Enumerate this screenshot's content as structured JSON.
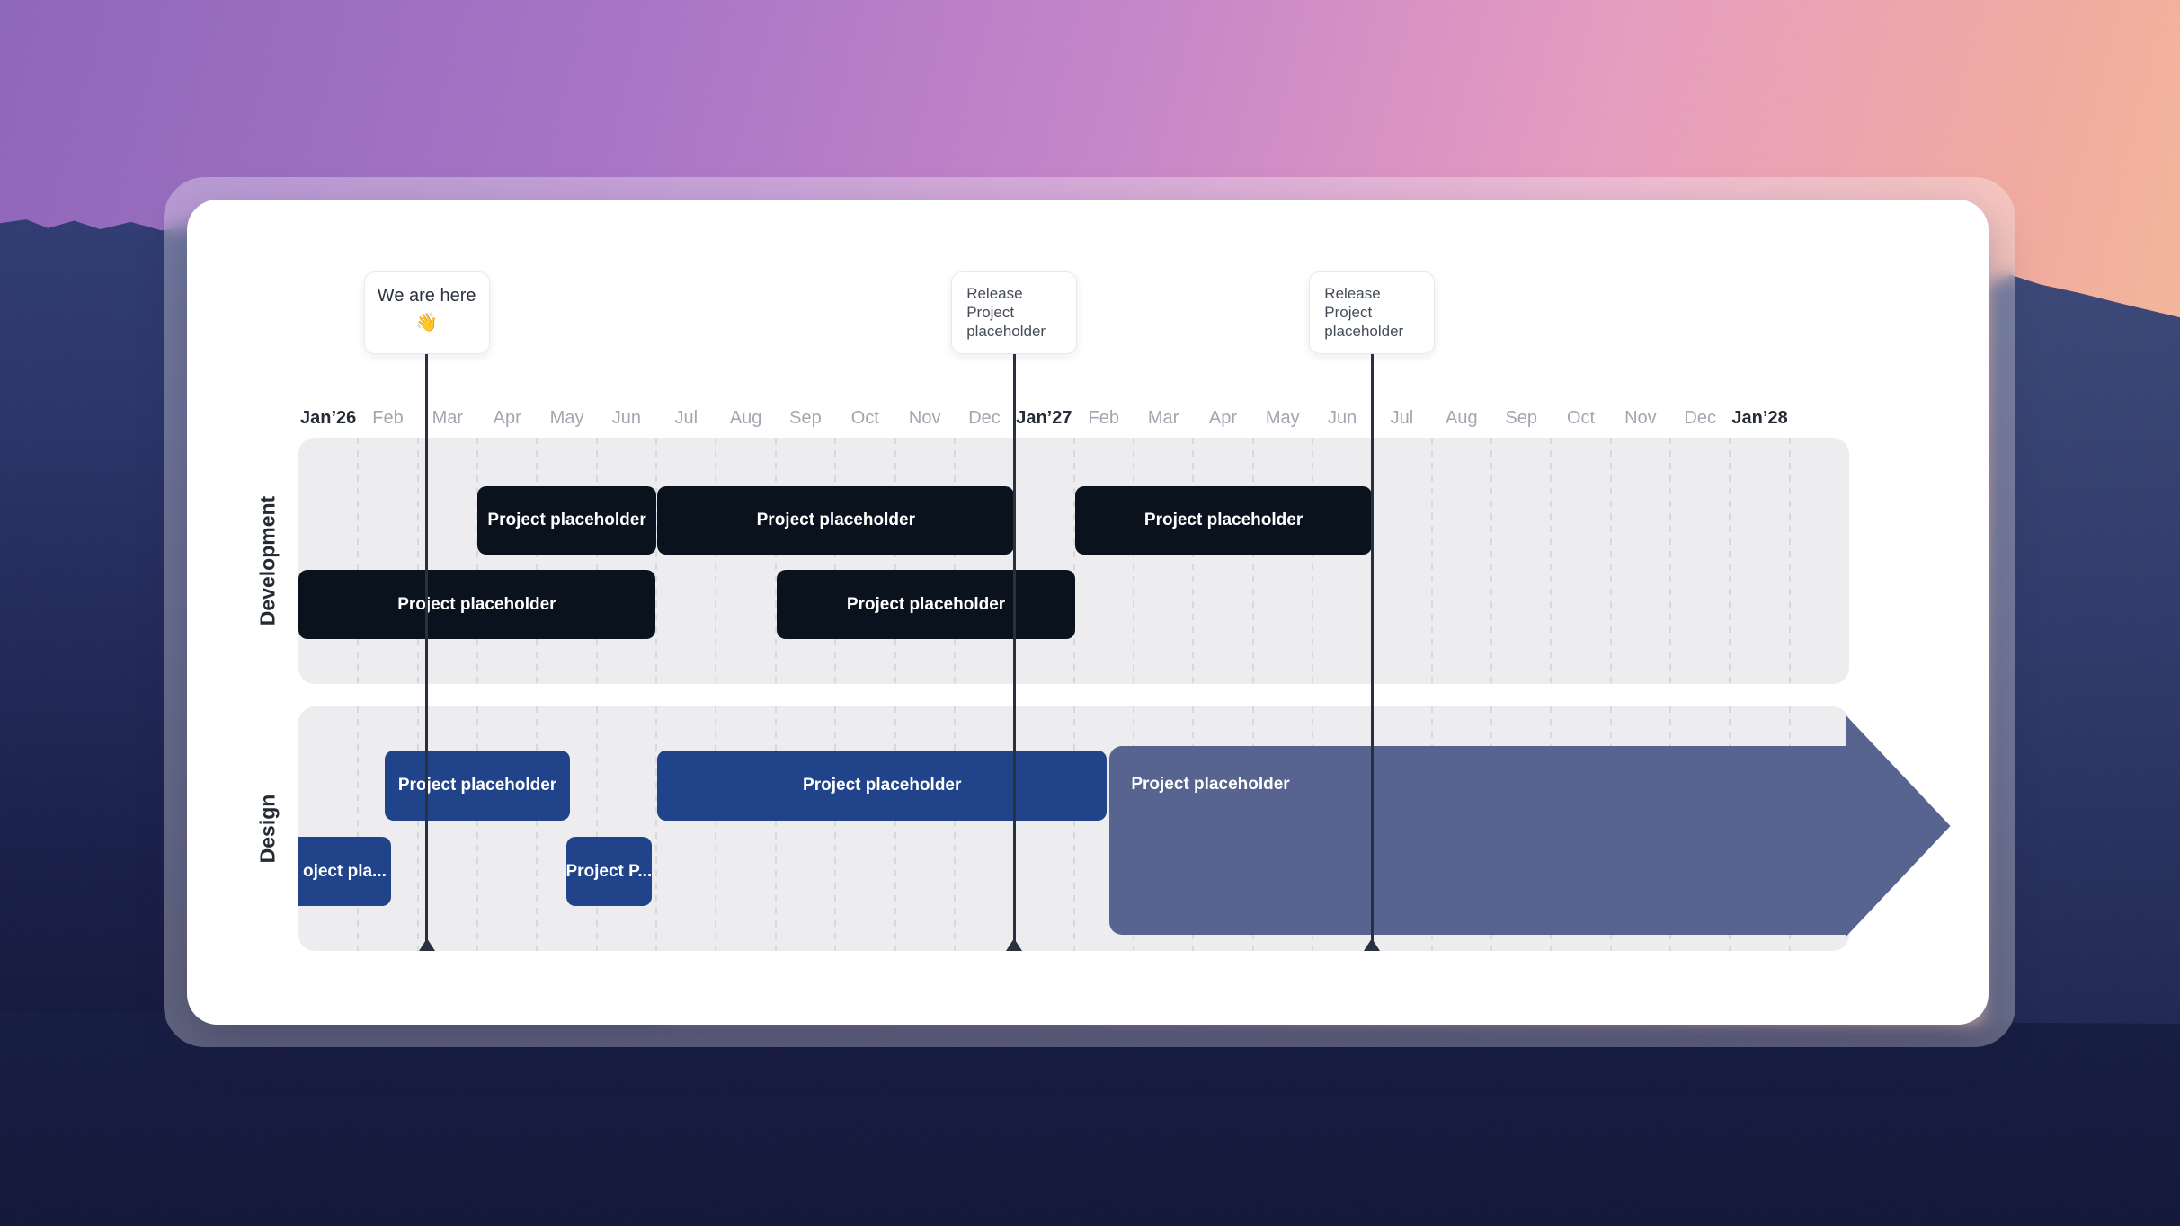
{
  "colors": {
    "sky_purple": "#8d64bb",
    "sky_pink": "#e89cc0",
    "sky_peach": "#f9c496",
    "mountain_blue": "#2c3768",
    "card_bg": "#ffffff",
    "lane_bg": "#ededef",
    "gridline": "#d8d9de",
    "bar_dark": "#0a121e",
    "bar_blue": "#20438a",
    "bar_slate": "#57648f",
    "milestone_line": "#2a313e",
    "month_label": "#a1a7b0",
    "month_label_strong": "#252b37"
  },
  "chart_data": {
    "type": "bar",
    "subtype": "gantt-roadmap-timeline",
    "x_unit": "months from Jan 2026",
    "x_range_labels": [
      "Jan’26",
      "Jan’28"
    ],
    "lane_span_months": 26,
    "month_labels": [
      {
        "label": "Jan’26",
        "strong": true
      },
      {
        "label": "Feb"
      },
      {
        "label": "Mar"
      },
      {
        "label": "Apr"
      },
      {
        "label": "May"
      },
      {
        "label": "Jun"
      },
      {
        "label": "Jul"
      },
      {
        "label": "Aug"
      },
      {
        "label": "Sep"
      },
      {
        "label": "Oct"
      },
      {
        "label": "Nov"
      },
      {
        "label": "Dec"
      },
      {
        "label": "Jan’27",
        "strong": true
      },
      {
        "label": "Feb"
      },
      {
        "label": "Mar"
      },
      {
        "label": "Apr"
      },
      {
        "label": "May"
      },
      {
        "label": "Jun"
      },
      {
        "label": "Jul"
      },
      {
        "label": "Aug"
      },
      {
        "label": "Sep"
      },
      {
        "label": "Oct"
      },
      {
        "label": "Nov"
      },
      {
        "label": "Dec"
      },
      {
        "label": "Jan’28",
        "strong": true
      }
    ],
    "milestones": [
      {
        "kind": "current",
        "label": "We are here",
        "emoji": "👋",
        "month": 2.15
      },
      {
        "kind": "release",
        "label": "Release Project placeholder",
        "month": 12.0
      },
      {
        "kind": "release",
        "label": "Release Project placeholder",
        "month": 18.0
      }
    ],
    "lanes": [
      {
        "label": "Development",
        "bar_style": "dark",
        "bars": [
          {
            "label": "Project placeholder",
            "row": 0,
            "start": 3.0,
            "end": 6.0
          },
          {
            "label": "Project placeholder",
            "row": 0,
            "start": 6.02,
            "end": 12.0
          },
          {
            "label": "Project placeholder",
            "row": 0,
            "start": 13.02,
            "end": 18.0
          },
          {
            "label": "Project placeholder",
            "row": 1,
            "start": 0.0,
            "end": 5.98
          },
          {
            "label": "Project placeholder",
            "row": 1,
            "start": 8.02,
            "end": 13.02
          }
        ]
      },
      {
        "label": "Design",
        "bar_style": "blue",
        "bars": [
          {
            "label": "Project placeholder",
            "row": 0,
            "start": 1.45,
            "end": 4.55
          },
          {
            "label": "Project placeholder",
            "row": 0,
            "start": 6.02,
            "end": 13.55
          },
          {
            "label": "Project placeholder",
            "row": 0,
            "start": 13.6,
            "end": 25.6,
            "shape": "arrow",
            "arrow_tip_month": 27.35
          },
          {
            "label": "oject pla...",
            "row": 1,
            "start": 0.0,
            "end": 1.43,
            "clipped_left": true
          },
          {
            "label": "Project P...",
            "row": 1,
            "start": 4.49,
            "end": 5.92
          }
        ]
      }
    ]
  }
}
